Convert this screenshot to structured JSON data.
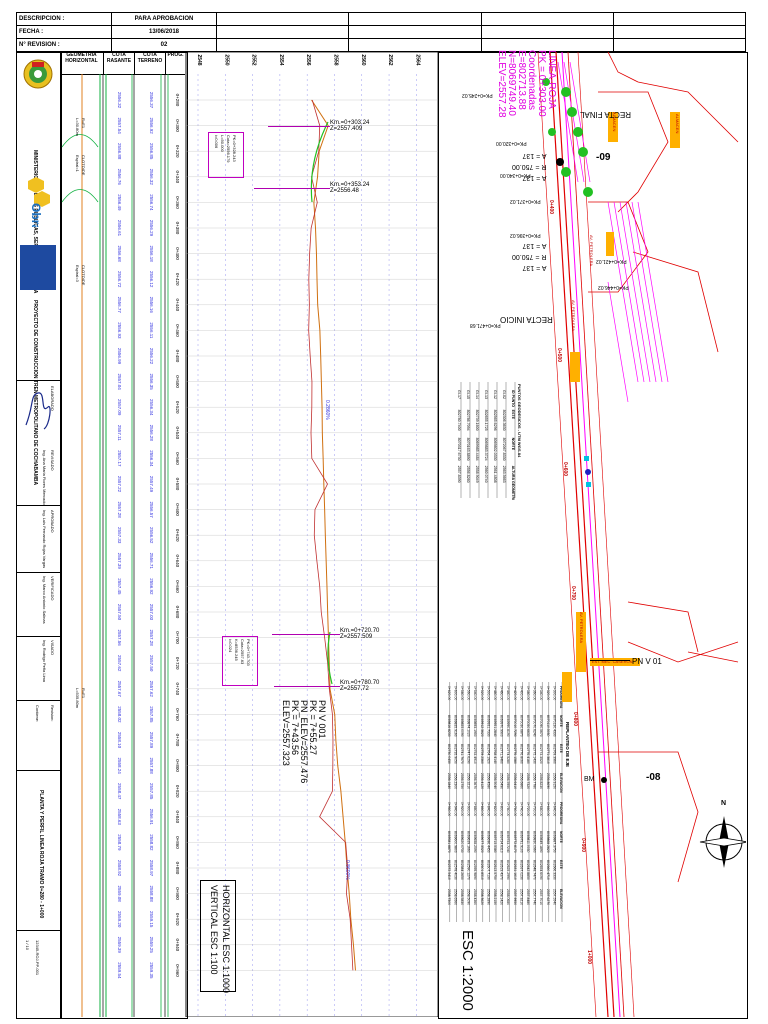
{
  "header": {
    "rows": [
      {
        "label": "DESCRIPCION :",
        "value": "PARA APROBACION"
      },
      {
        "label": "FECHA :",
        "value": "13/06/2018"
      },
      {
        "label": "N° REVISION :",
        "value": "02"
      }
    ]
  },
  "title_block": {
    "ministry": "MINISTERIO DE OBRAS PUBLICAS, SERVICIOS Y VIVIENDA",
    "project": "PROYECTO DE CONSTRUCCION TREN METROPOLITANO DE COCHABAMBA",
    "logo_obras": "Obras",
    "drawing_title": "PLANTA Y PERFIL LINEA ROJA TRAMO 0+280 - 1+000",
    "drawing_code": "12345-ROJ-PP-001",
    "sheet": "1 / 10",
    "scale_labels": [
      "HORIZONTAL ESC 1:1000",
      "VERTICAL ESC 1:100"
    ],
    "plan_scale": "ESC 1:2000"
  },
  "profile": {
    "columns": [
      "GEOMETRIA HORIZONTAL",
      "COTA RASANTE",
      "COTA TERRENO",
      "PROG."
    ],
    "elevation_ticks": [
      "2548",
      "2550",
      "2552",
      "2554",
      "2556",
      "2558",
      "2560",
      "2562",
      "2564"
    ],
    "rasante": [
      "2556.32",
      "2557.54",
      "2556.88",
      "2556.76",
      "2556.49",
      "2556.61",
      "2556.68",
      "2556.72",
      "2556.77",
      "2556.93",
      "2556.99",
      "2557.04",
      "2557.09",
      "2557.11",
      "2557.17",
      "2557.22",
      "2557.28",
      "2557.33",
      "2557.39",
      "2557.45",
      "2557.50",
      "2557.56",
      "2557.62",
      "2557.67",
      "2558.02",
      "2558.10",
      "2558.24",
      "2558.47",
      "2558.63",
      "2558.79",
      "2558.92",
      "2559.08",
      "2559.20",
      "2559.39",
      "2559.54"
    ],
    "terreno": [
      "2556.37",
      "2556.92",
      "2556.85",
      "2556.32",
      "2556.74",
      "2556.29",
      "2556.18",
      "2556.12",
      "2556.16",
      "2556.11",
      "2556.22",
      "2556.35",
      "2556.34",
      "2556.28",
      "2556.34",
      "2557.49",
      "2556.57",
      "2556.52",
      "2556.71",
      "2556.92",
      "2557.03",
      "2557.28",
      "2557.50",
      "2557.62",
      "2557.85",
      "2557.89",
      "2557.88",
      "2557.85",
      "2556.91",
      "2558.82",
      "2558.97",
      "2558.88",
      "2559.15",
      "2559.25",
      "2559.35"
    ],
    "progresivas": [
      "0+280",
      "0+300",
      "0+320",
      "0+340",
      "0+360",
      "0+380",
      "0+400",
      "0+420",
      "0+440",
      "0+460",
      "0+480",
      "0+500",
      "0+520",
      "0+540",
      "0+560",
      "0+580",
      "0+600",
      "0+620",
      "0+640",
      "0+660",
      "0+680",
      "0+700",
      "0+720",
      "0+740",
      "0+760",
      "0+780",
      "0+800",
      "0+820",
      "0+840",
      "0+860",
      "0+880",
      "0+900",
      "0+920",
      "0+940",
      "0+960"
    ],
    "annotations": [
      {
        "km": "Km.=0+303.24",
        "z": "Z=2557.409"
      },
      {
        "km": "Km.=0+353.24",
        "z": "Z=2556.48"
      },
      {
        "km": "Km.=0+720.70",
        "z": "Z=2557.509"
      },
      {
        "km": "Km.=0+780.70",
        "z": "Z=2557.72"
      }
    ],
    "pv_box_1": [
      "PK=0+328.243",
      "Cota=2556.179",
      "L=50.000",
      "i=0.006"
    ],
    "pv_box_2": [
      "PK=0+743.703",
      "Cota=2557.63",
      "K=8536.245",
      "i=0.024"
    ],
    "pn_label": [
      "PN V 001",
      "PK = 7+55.27",
      "PK = 7+43.56",
      "PN_ELEV=2557.476",
      "ELEV=2557.323"
    ],
    "grade_labels": [
      "0.2860%",
      "0.8600%"
    ],
    "curve_labels": [
      "R=E1",
      "L=30.80m",
      "CLOTOIDE",
      "Espiral=1",
      "CLOTOIDE",
      "Espiral=3",
      "R=E1",
      "L=535.80m"
    ]
  },
  "points_table": {
    "title": "PUNTOS GEODESICOS - UTM WGS-84",
    "headers": [
      "ID PUNTO",
      "ESTE",
      "NORTE",
      "ALTURA GEOMETRICA"
    ],
    "rows": [
      [
        "GI-02",
        "802306.3630",
        "8072067.8330",
        "2563.5663"
      ],
      [
        "GI-12",
        "802565.6296",
        "8069802.0330",
        "2561.4808"
      ],
      [
        "GI-13",
        "802655.1725",
        "8069883.3724",
        "2560.0740"
      ],
      [
        "GI-14",
        "802739.1600",
        "8069985.4484",
        "2558.9049"
      ],
      [
        "GI-15",
        "802786.7094",
        "8070163.8890",
        "2556.8260"
      ],
      [
        "GI-17",
        "802780.7400",
        "8070317.6730",
        "2557.8390"
      ]
    ]
  },
  "replanteo_table": {
    "title": "REPLANTEO DE EJE",
    "headers": [
      "PROGRESIVA",
      "NORTE",
      "ESTE",
      "ELEVACION",
      "PROGRESIVA",
      "NORTE",
      "ESTE",
      "ELEVACION"
    ],
    "rows": [
      [
        "0+300.00",
        "8070130.4330",
        "802769.3960",
        "2556.9150",
        "0+640.00",
        "8069887.3750",
        "802666.3330",
        "2557.5540"
      ],
      [
        "0+320.00",
        "8070110.5030",
        "802771.3810",
        "2556.8690",
        "0+660.00",
        "8069868.2820",
        "802660.4710",
        "2557.6270"
      ],
      [
        "0+340.00",
        "8070090.5670",
        "802773.3520",
        "2556.8230",
        "0+680.00",
        "8069849.1890",
        "802654.6090",
        "2557.7010"
      ],
      [
        "0+360.00",
        "8070070.6240",
        "802775.1430",
        "2556.7780",
        "0+700.00",
        "8069830.0960",
        "802648.7470",
        "2557.7740"
      ],
      [
        "0+380.00",
        "8070050.6630",
        "802776.4180",
        "2556.7320",
        "0+720.00",
        "8069811.0030",
        "802642.8850",
        "2557.8480"
      ],
      [
        "0+400.00",
        "8070030.6870",
        "802776.8060",
        "2556.6860",
        "0+740.00",
        "8069791.9100",
        "802637.0230",
        "2557.9210"
      ],
      [
        "0+420.00",
        "8070010.7290",
        "802776.1580",
        "2556.6410",
        "0+760.00",
        "8069772.8170",
        "802631.1610",
        "2557.9950"
      ],
      [
        "0+440.00",
        "8069990.8190",
        "802774.5280",
        "2556.5950",
        "0+780.00",
        "8069753.7240",
        "802625.2990",
        "2558.0680"
      ],
      [
        "0+460.00",
        "8069970.9900",
        "802771.9460",
        "2556.5490",
        "0+800.00",
        "8069734.6310",
        "802619.4370",
        "2558.1420"
      ],
      [
        "0+480.00",
        "8069951.2840",
        "802768.4140",
        "2556.5040",
        "0+820.00",
        "8069715.5380",
        "802613.5750",
        "2558.2150"
      ],
      [
        "0+500.00",
        "8069931.7330",
        "802764.1920",
        "2556.4580",
        "0+840.00",
        "8069696.4450",
        "802607.7130",
        "2558.2890"
      ],
      [
        "0+520.00",
        "8069912.3620",
        "802759.2360",
        "2556.4120",
        "0+860.00",
        "8069677.3520",
        "802601.8510",
        "2558.3620"
      ],
      [
        "0+540.00",
        "8069893.1950",
        "802753.4910",
        "2556.3670",
        "0+880.00",
        "8069658.2590",
        "802595.9890",
        "2558.4360"
      ],
      [
        "0+560.00",
        "8069874.1020",
        "802747.6290",
        "2556.3210",
        "0+900.00",
        "8069639.1660",
        "802590.1270",
        "2558.5090"
      ],
      [
        "0+580.00",
        "8069855.0090",
        "802741.7670",
        "2556.2750",
        "0+920.00",
        "8069620.0730",
        "802584.2650",
        "2558.5830"
      ],
      [
        "0+600.00",
        "8069835.9160",
        "802735.9050",
        "2556.2300",
        "0+940.00",
        "8069600.9800",
        "802578.4030",
        "2558.6560"
      ],
      [
        "0+620.00",
        "8069816.8230",
        "802730.0430",
        "2556.1840",
        "0+960.00",
        "8069581.8870",
        "802572.5410",
        "2558.7300"
      ]
    ]
  },
  "plan": {
    "line_label": [
      "LINEA-ROJA",
      "PK = 0+303.00",
      "Coordenadas",
      "E=802713.88",
      "N=8069749.40",
      "ELEV=2557.28"
    ],
    "stations": [
      "0+400",
      "0+500",
      "0+600",
      "0+700",
      "0+800",
      "0+900",
      "1+000"
    ],
    "curve_notes": [
      [
        "A = 137",
        "R = 750.00",
        "A = 137"
      ],
      [
        "A = 137",
        "R = 750.00",
        "A = 137"
      ]
    ],
    "pk_notes": [
      "PK=0+245.02",
      "PK=0+320.00",
      "PK=0+340.00",
      "PK=0+371.02",
      "PK=0+396.02",
      "PK=0+421.02",
      "PK=0+446.02",
      "PK=0+471.68"
    ],
    "recta_labels": [
      "RECTA FINAL",
      "RECTA INICIO"
    ],
    "callouts": [
      "-09",
      "-08",
      "BM"
    ],
    "street_labels": [
      "ALMACEN",
      "ALMACEN",
      "AV. PETROLERA",
      "AV. PETROLERA",
      "AV. PETROLERA",
      "EST. MEC. CASERON"
    ],
    "pn_callout": "PN V 01",
    "north": "N"
  },
  "signatures": {
    "labels": [
      "ELABORADO",
      "REVISADO",
      "APROBADO",
      "VERIFICADO",
      "VISADO"
    ],
    "names": [
      "Ing. Ana Maria Flores Mercado",
      "Ing. Luis Fernando Rojas Vargas",
      "Ing. Marco Antonio Salinas",
      "Ing. Rodrigo Peña Lima",
      "Ing. Carla Medina Torres"
    ],
    "contents_label": "Contiene:",
    "revision_label": "Revision:"
  },
  "colors": {
    "plan_red": "#e00000",
    "plan_magenta": "#ff00ff",
    "green_marks": "#22c022",
    "rasante_orange": "#d07010",
    "terreno_red": "#c03030",
    "grid_blue": "#3030e0",
    "column_green": "#10b040"
  }
}
